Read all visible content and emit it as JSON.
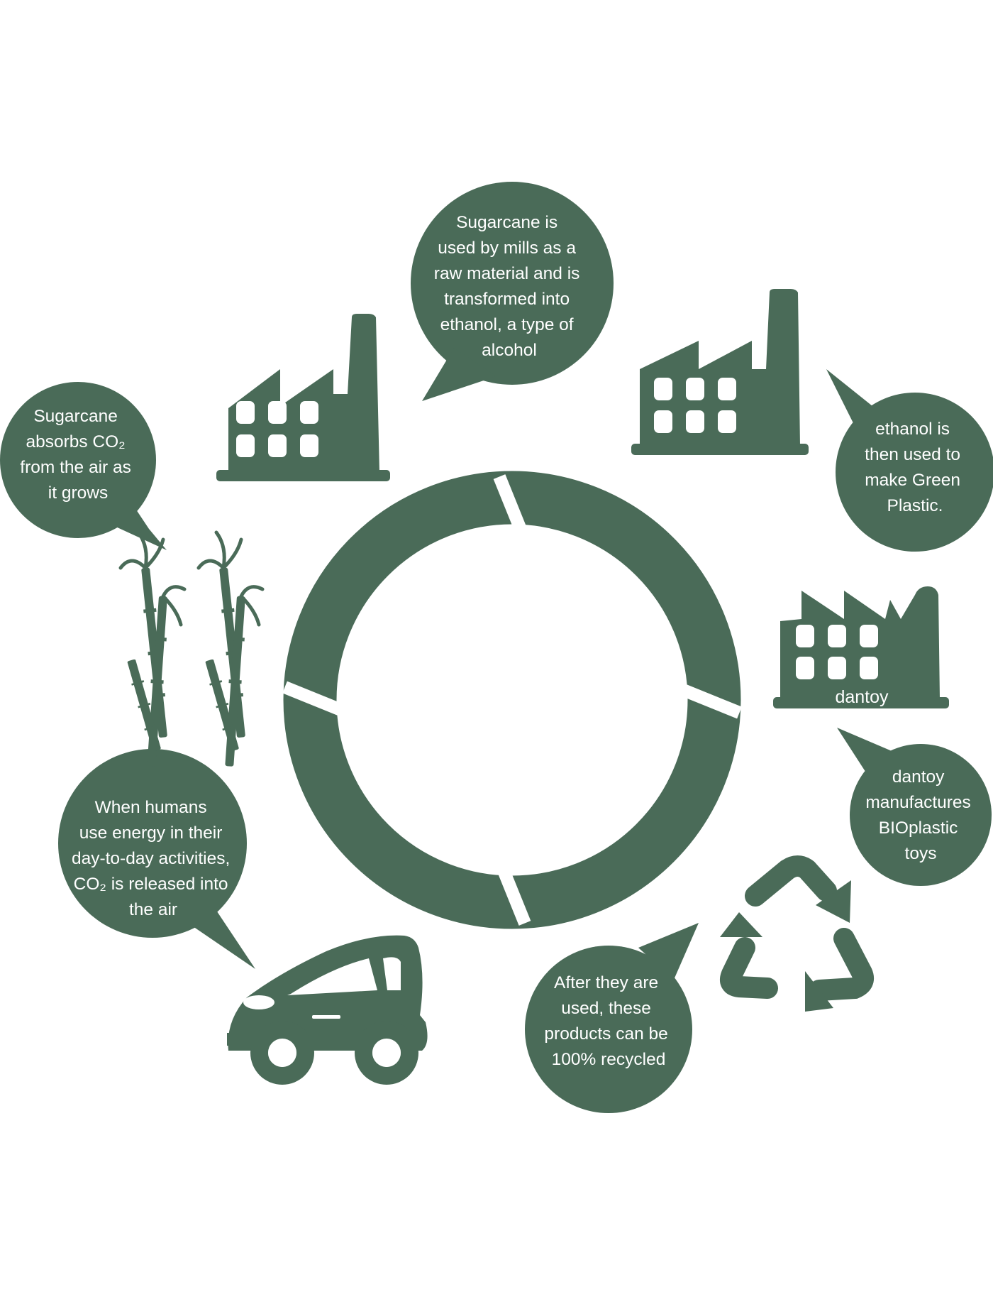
{
  "colors": {
    "accent": "#4a6b58",
    "background": "#ffffff"
  },
  "bubbles": {
    "sugarcane_absorbs": {
      "lines": [
        "Sugarcane",
        "absorbs CO₂",
        "from the air as",
        "it grows"
      ]
    },
    "mill_ethanol": {
      "lines": [
        "Sugarcane is",
        "used by mills as a",
        "raw material and is",
        "transformed into",
        "ethanol, a type of",
        "alcohol"
      ]
    },
    "green_plastic": {
      "lines": [
        "ethanol is",
        "then used  to",
        "make Green",
        "Plastic."
      ]
    },
    "dantoy_manufactures": {
      "lines": [
        "dantoy",
        "manufactures",
        "BIOplastic",
        "toys"
      ]
    },
    "recycled": {
      "lines": [
        "After they are",
        "used, these",
        "products can be",
        "100% recycled"
      ]
    },
    "humans_energy": {
      "lines": [
        "When humans",
        "use energy in their",
        "day-to-day activities,",
        "CO₂ is released into",
        "the air"
      ]
    }
  },
  "factory_label": "dantoy",
  "icons": [
    "factory-icon",
    "factory-icon",
    "dantoy-factory-icon",
    "recycle-icon",
    "car-icon",
    "sugarcane-icon"
  ]
}
